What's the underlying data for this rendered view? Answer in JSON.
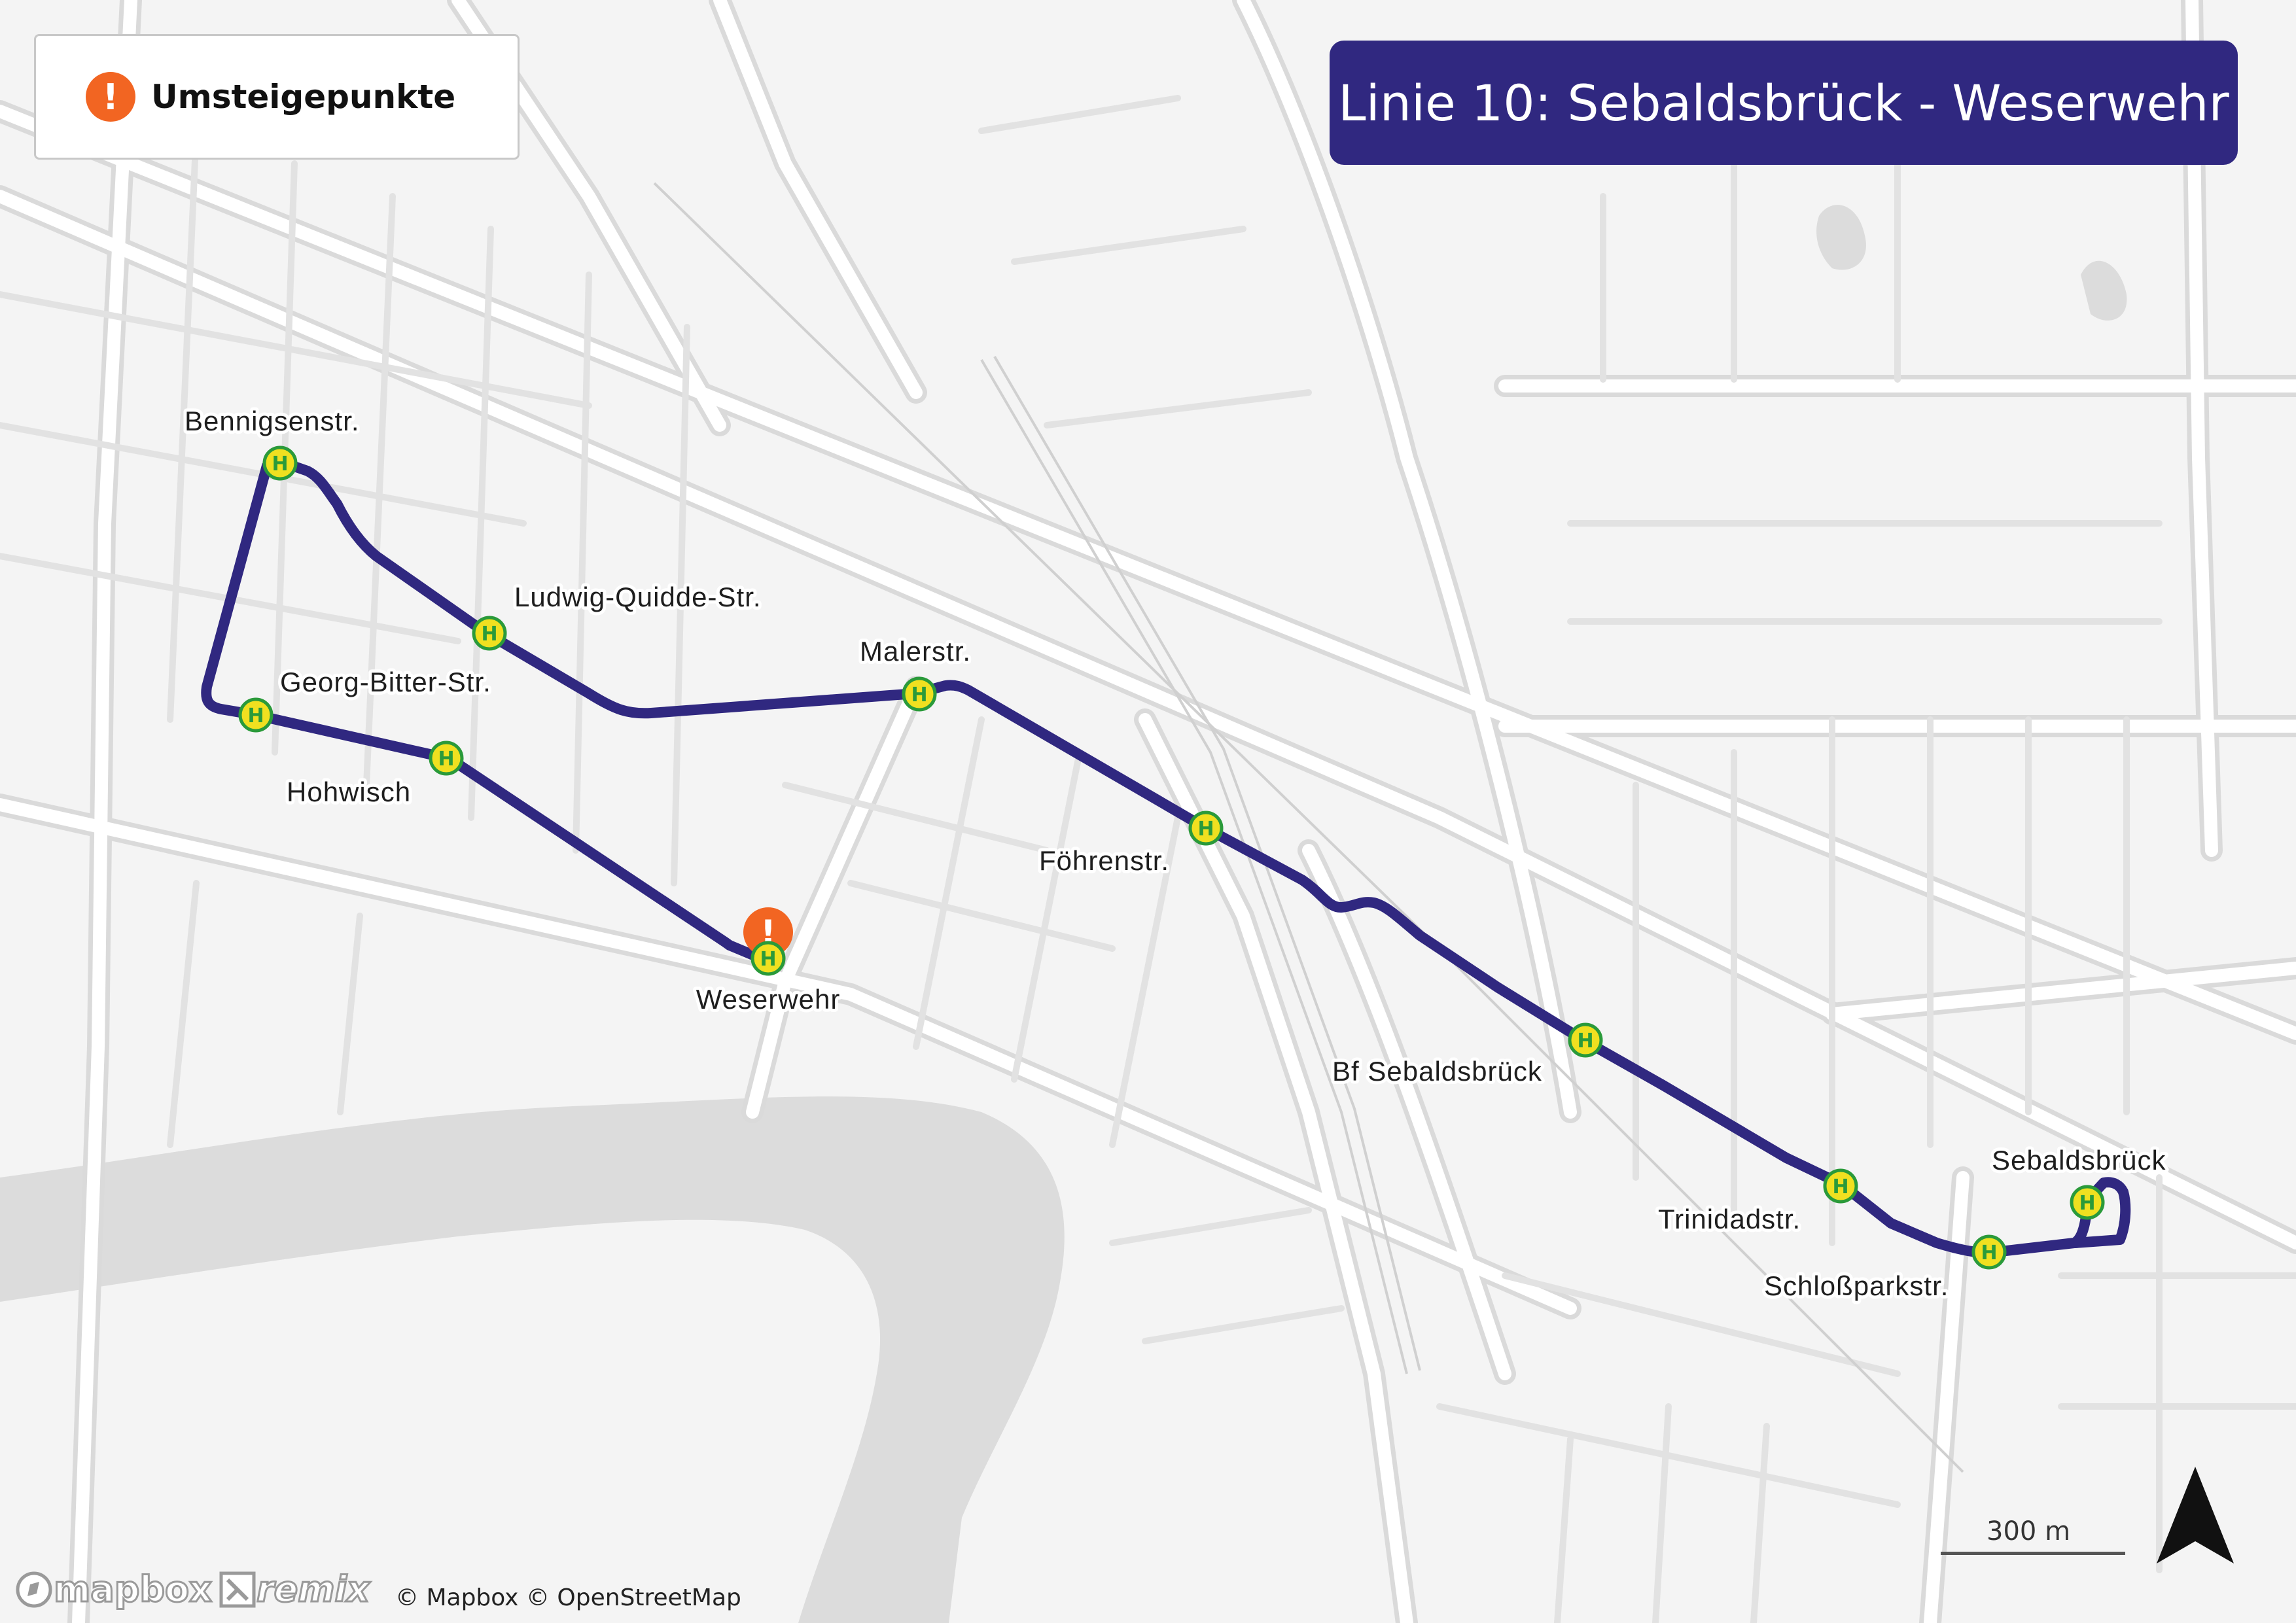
{
  "title": "Linie 10: Sebaldsbrück - Weserwehr",
  "legend": {
    "icon": "exclamation-icon",
    "label": "Umsteigepunkte"
  },
  "stops": [
    {
      "name": "Bennigsenstr."
    },
    {
      "name": "Ludwig-Quidde-Str."
    },
    {
      "name": "Malerstr."
    },
    {
      "name": "Georg-Bitter-Str."
    },
    {
      "name": "Hohwisch"
    },
    {
      "name": "Weserwehr",
      "transfer": true
    },
    {
      "name": "Föhrenstr."
    },
    {
      "name": "Bf Sebaldsbrück"
    },
    {
      "name": "Trinidadstr."
    },
    {
      "name": "Schloßparkstr."
    },
    {
      "name": "Sebaldsbrück"
    }
  ],
  "stop_marker_letter": "H",
  "transfer_marker_symbol": "!",
  "scale": {
    "label": "300 m"
  },
  "north_arrow": "north-arrow-icon",
  "attribution": "© Mapbox © OpenStreetMap",
  "logos": {
    "mapbox": "mapbox",
    "remix": "remix"
  },
  "colors": {
    "route": "#302880",
    "title_bg": "#302880",
    "stop_fill": "#f0e020",
    "stop_ring": "#2a9a3a",
    "transfer": "#f26522",
    "road": "#ffffff",
    "road_casing": "#dadada",
    "water": "#dcdcdc",
    "background": "#f4f4f4"
  }
}
